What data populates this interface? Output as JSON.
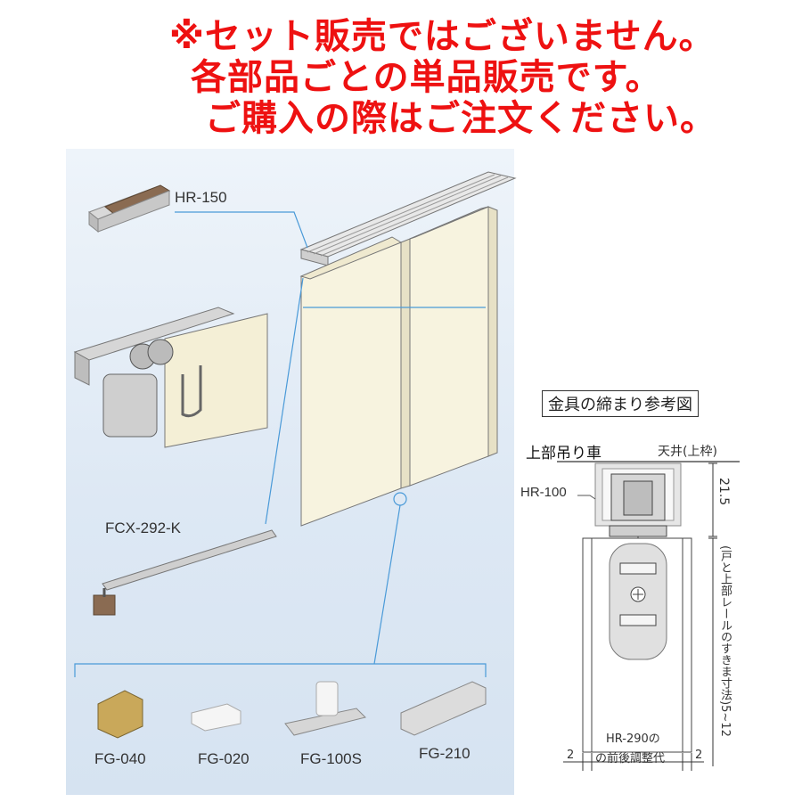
{
  "notice": {
    "line1": "※セット販売ではございません。",
    "line2": "各部品ごとの単品販売です。",
    "line3": "ご購入の際はご注文ください。"
  },
  "parts": {
    "rail": "HR-150",
    "stopper": "FCX-292-K",
    "guide1": "FG-040",
    "guide2": "FG-020",
    "guide3": "FG-100S",
    "guide4": "FG-210"
  },
  "detail": {
    "title": "金具の締まり参考図",
    "subtitle": "上部吊り車",
    "ceiling": "天井(上枠)",
    "rail_label": "HR-100",
    "dim_top": "21.5",
    "dim_side": "(戸と上部レールのすきま寸法)5~12",
    "adjust_line1": "HR-290の",
    "adjust_line2": "の前後調整代",
    "dim_left": "2",
    "dim_right": "2"
  },
  "colors": {
    "accent": "#ee1111",
    "leader": "#4a9ad8",
    "door": "#f7f3df"
  }
}
